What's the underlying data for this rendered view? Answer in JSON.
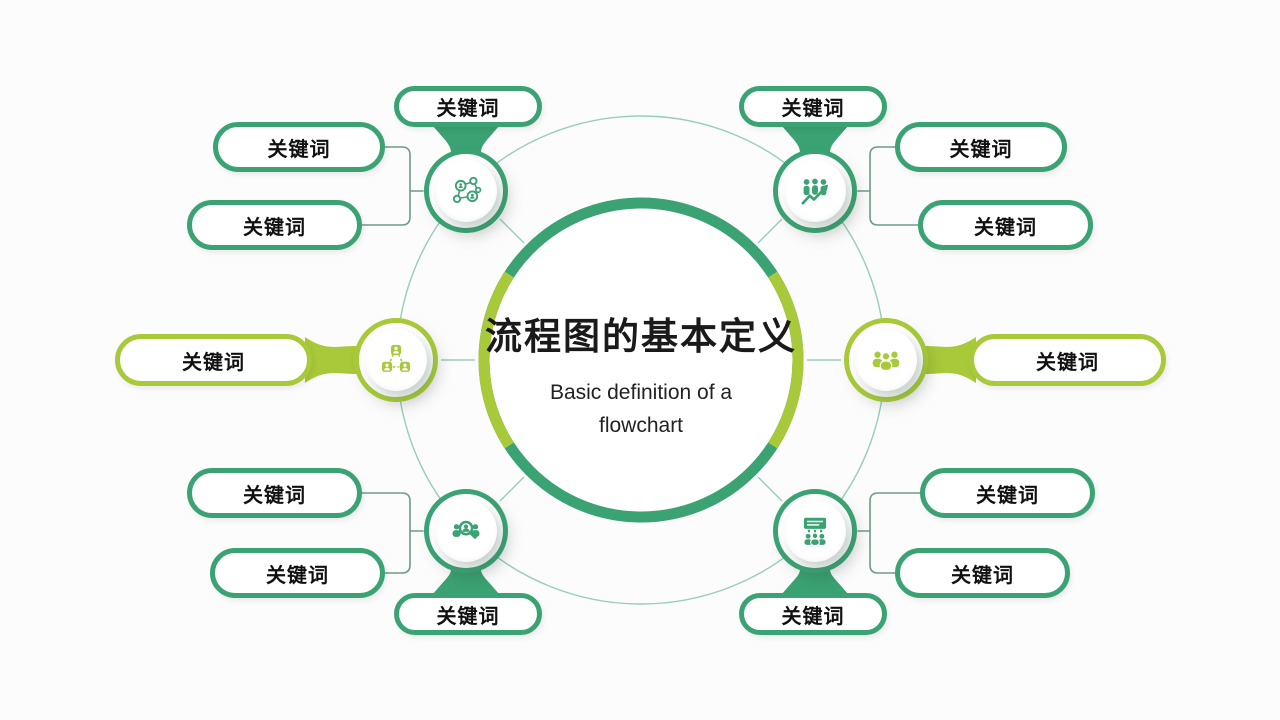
{
  "slide": {
    "background": "#fcfcfc"
  },
  "center": {
    "title": "流程图的基本定义",
    "subtitle_line1": "Basic definition of a",
    "subtitle_line2": "flowchart"
  },
  "colors": {
    "primary_green": "#3BA273",
    "accent_yellow_green": "#A7C93A",
    "ring_teal": "#97CEBB",
    "connector_gray_green": "#6E9B85",
    "text": "#1A1A1A"
  },
  "branches": [
    {
      "name": "top-left",
      "icon": "network-icon",
      "pills": [
        "关键词",
        "关键词",
        "关键词"
      ]
    },
    {
      "name": "top-right",
      "icon": "team-growth-icon",
      "pills": [
        "关键词",
        "关键词",
        "关键词"
      ]
    },
    {
      "name": "left",
      "icon": "hierarchy-icon",
      "pills": [
        "关键词"
      ]
    },
    {
      "name": "right",
      "icon": "team-icon",
      "pills": [
        "关键词"
      ]
    },
    {
      "name": "bottom-left",
      "icon": "people-search-icon",
      "pills": [
        "关键词",
        "关键词",
        "关键词"
      ]
    },
    {
      "name": "bottom-right",
      "icon": "presentation-icon",
      "pills": [
        "关键词",
        "关键词",
        "关键词"
      ]
    }
  ]
}
